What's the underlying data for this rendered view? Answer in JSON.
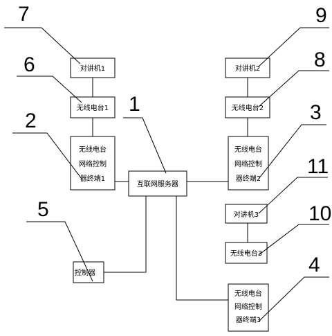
{
  "boxes": {
    "intercom1": "对讲机1",
    "radio1": "无线电台1",
    "controller1": [
      "无线电台",
      "网络控制",
      "器终端1"
    ],
    "server": "互联网服务器",
    "control": "控制器",
    "intercom2": "对讲机2",
    "radio2": "无线电台2",
    "controller2": [
      "无线电台",
      "网络控制",
      "器终端2"
    ],
    "intercom3": "对讲机3",
    "radio3": "无线电台3",
    "controller3": [
      "无线电台",
      "网络控制",
      "器终端3"
    ]
  },
  "refs": {
    "r1": "1",
    "r2": "2",
    "r3": "3",
    "r4": "4",
    "r5": "5",
    "r6": "6",
    "r7": "7",
    "r8": "8",
    "r9": "9",
    "r10": "10",
    "r11": "11"
  }
}
